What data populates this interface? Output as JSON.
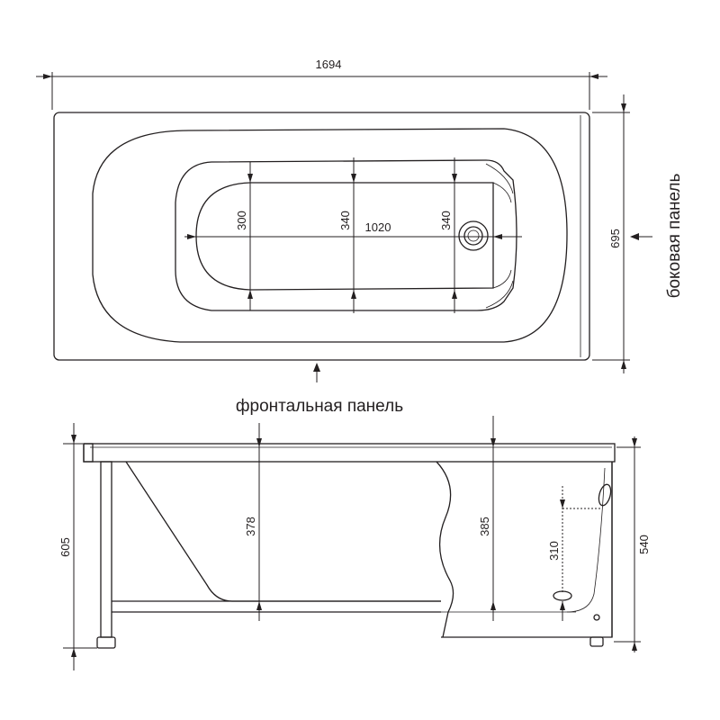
{
  "top_view": {
    "length": "1694",
    "width": "695",
    "inner_length": "1020",
    "inner_width_left": "300",
    "inner_width_mid": "340",
    "inner_width_right": "340",
    "side_panel_label": "боковая панель",
    "front_panel_label": "фронтальная панель"
  },
  "side_view": {
    "total_height": "605",
    "tub_height": "540",
    "depth_left": "378",
    "depth_right": "385",
    "drain_height": "310"
  }
}
